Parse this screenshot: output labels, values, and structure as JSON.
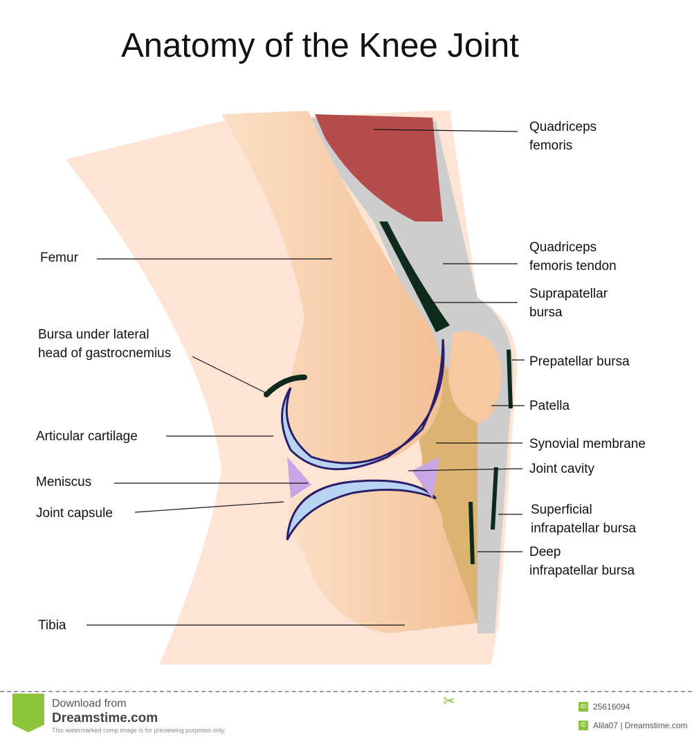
{
  "title": "Anatomy of the Knee Joint",
  "labels": {
    "quadriceps_femoris": [
      "Quadriceps",
      "femoris"
    ],
    "femur": "Femur",
    "quadriceps_tendon": [
      "Quadriceps",
      "femoris tendon"
    ],
    "suprapatellar_bursa": [
      "Suprapatellar",
      "bursa"
    ],
    "bursa_gastrocnemius": [
      "Bursa under lateral",
      "head of gastrocnemius"
    ],
    "prepatellar_bursa": "Prepatellar bursa",
    "patella": "Patella",
    "articular_cartilage": "Articular cartilage",
    "synovial_membrane": "Synovial membrane",
    "joint_cavity": "Joint cavity",
    "meniscus": "Meniscus",
    "joint_capsule": "Joint capsule",
    "superficial_infrapatellar": [
      "Superficial",
      "infrapatellar bursa"
    ],
    "deep_infrapatellar": [
      "Deep",
      "infrapatellar bursa"
    ],
    "tibia": "Tibia"
  },
  "footer": {
    "download_from": "Download from",
    "site": "Dreamstime.com",
    "disclaimer": "This watermarked comp image is for previewing purposes only.",
    "id_badge": "ID",
    "id": "25616094",
    "credit": "Alila07 | Dreamstime.com"
  },
  "colors": {
    "skin": "#fde4d4",
    "bone": "#f9cfa9",
    "cartilage": "#b9d3f2",
    "bursa": "#0e2a1c",
    "muscle": "#b04a4a",
    "fat": "#d9b06a",
    "capsule": "#c8c8c8",
    "meniscus": "#c9a6e6",
    "brand": "#8cc43c"
  }
}
